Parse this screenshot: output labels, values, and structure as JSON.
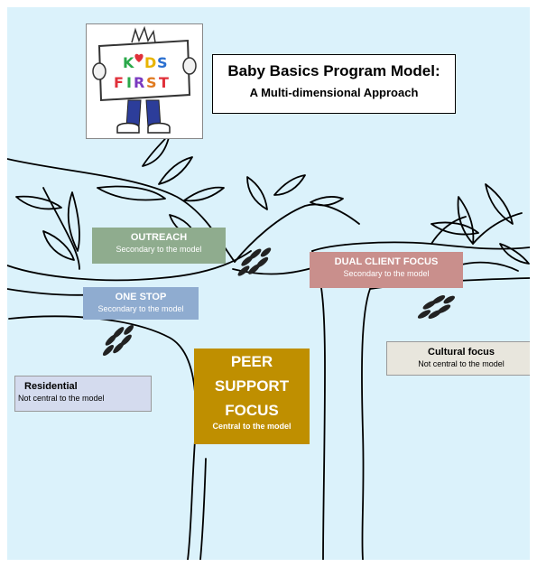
{
  "title": {
    "line1": "Baby Basics Program Model:",
    "line2": "A Multi-dimensional Approach"
  },
  "logo": {
    "text_line1": "KIDS",
    "text_line2": "FIRST"
  },
  "boxes": {
    "outreach": {
      "label": "OUTREACH",
      "sub": "Secondary to the model"
    },
    "one_stop": {
      "label": "ONE STOP",
      "sub": "Secondary to the model"
    },
    "dual_client": {
      "label": "DUAL CLIENT FOCUS",
      "sub": "Secondary to the model"
    },
    "cultural": {
      "label": "Cultural focus",
      "sub": "Not central to the model"
    },
    "residential": {
      "label": "Residential",
      "sub": "Not central to the model"
    },
    "peer_support": {
      "line1": "PEER",
      "line2": "SUPPORT",
      "line3": "FOCUS",
      "sub": "Central to the model"
    }
  },
  "colors": {
    "background": "#dbf2fb",
    "outreach": "#8fac8e",
    "one_stop": "#8facd0",
    "dual_client": "#c98f8c",
    "cultural": "#e8e6dd",
    "residential": "#d4dbee",
    "peer_support": "#bf8f00"
  }
}
